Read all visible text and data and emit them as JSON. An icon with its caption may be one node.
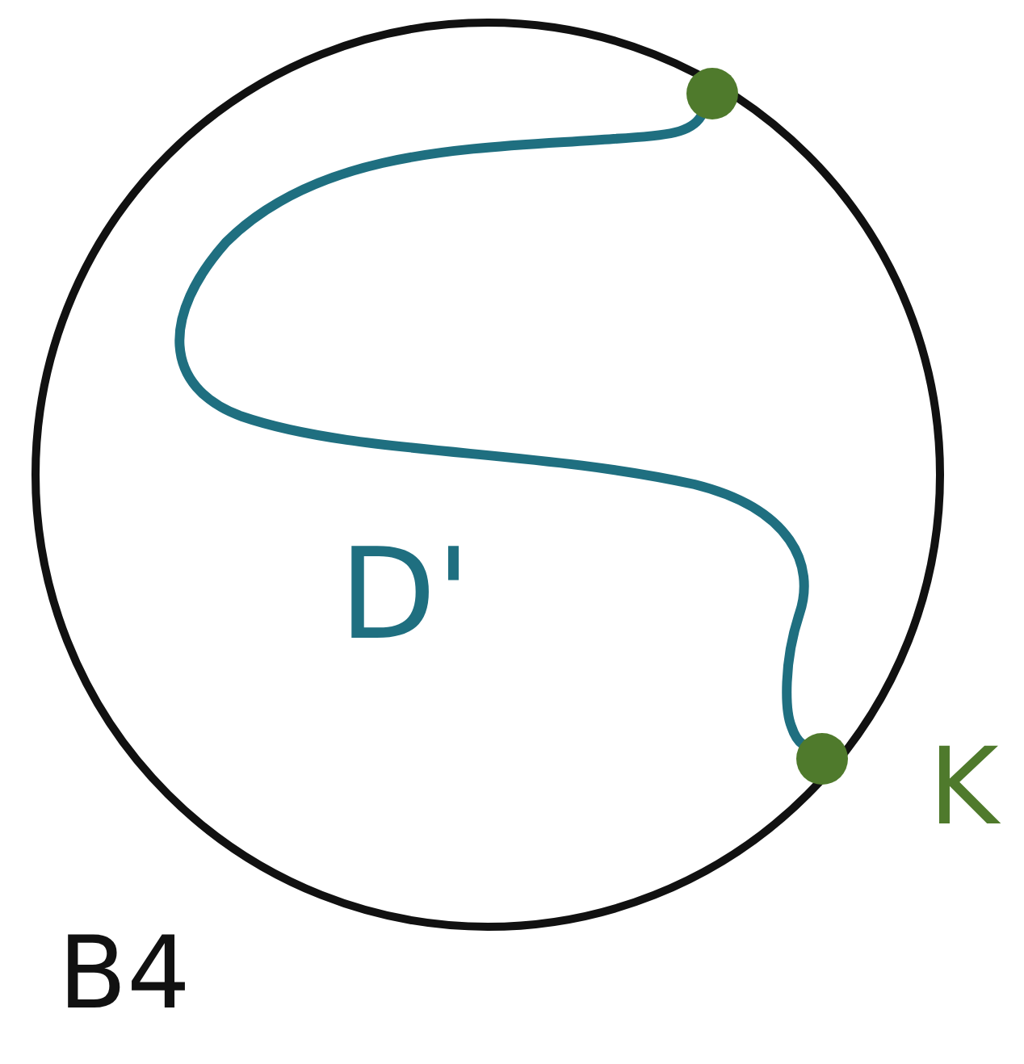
{
  "diagram": {
    "nodes": [
      {
        "text": [],
        "shape": "circle"
      },
      {
        "text": [],
        "shape": "circle"
      }
    ],
    "edges": [
      {
        "from": 0,
        "to": 1,
        "arrow": "none"
      }
    ],
    "labels": [
      "D'",
      "K",
      "B4"
    ]
  }
}
